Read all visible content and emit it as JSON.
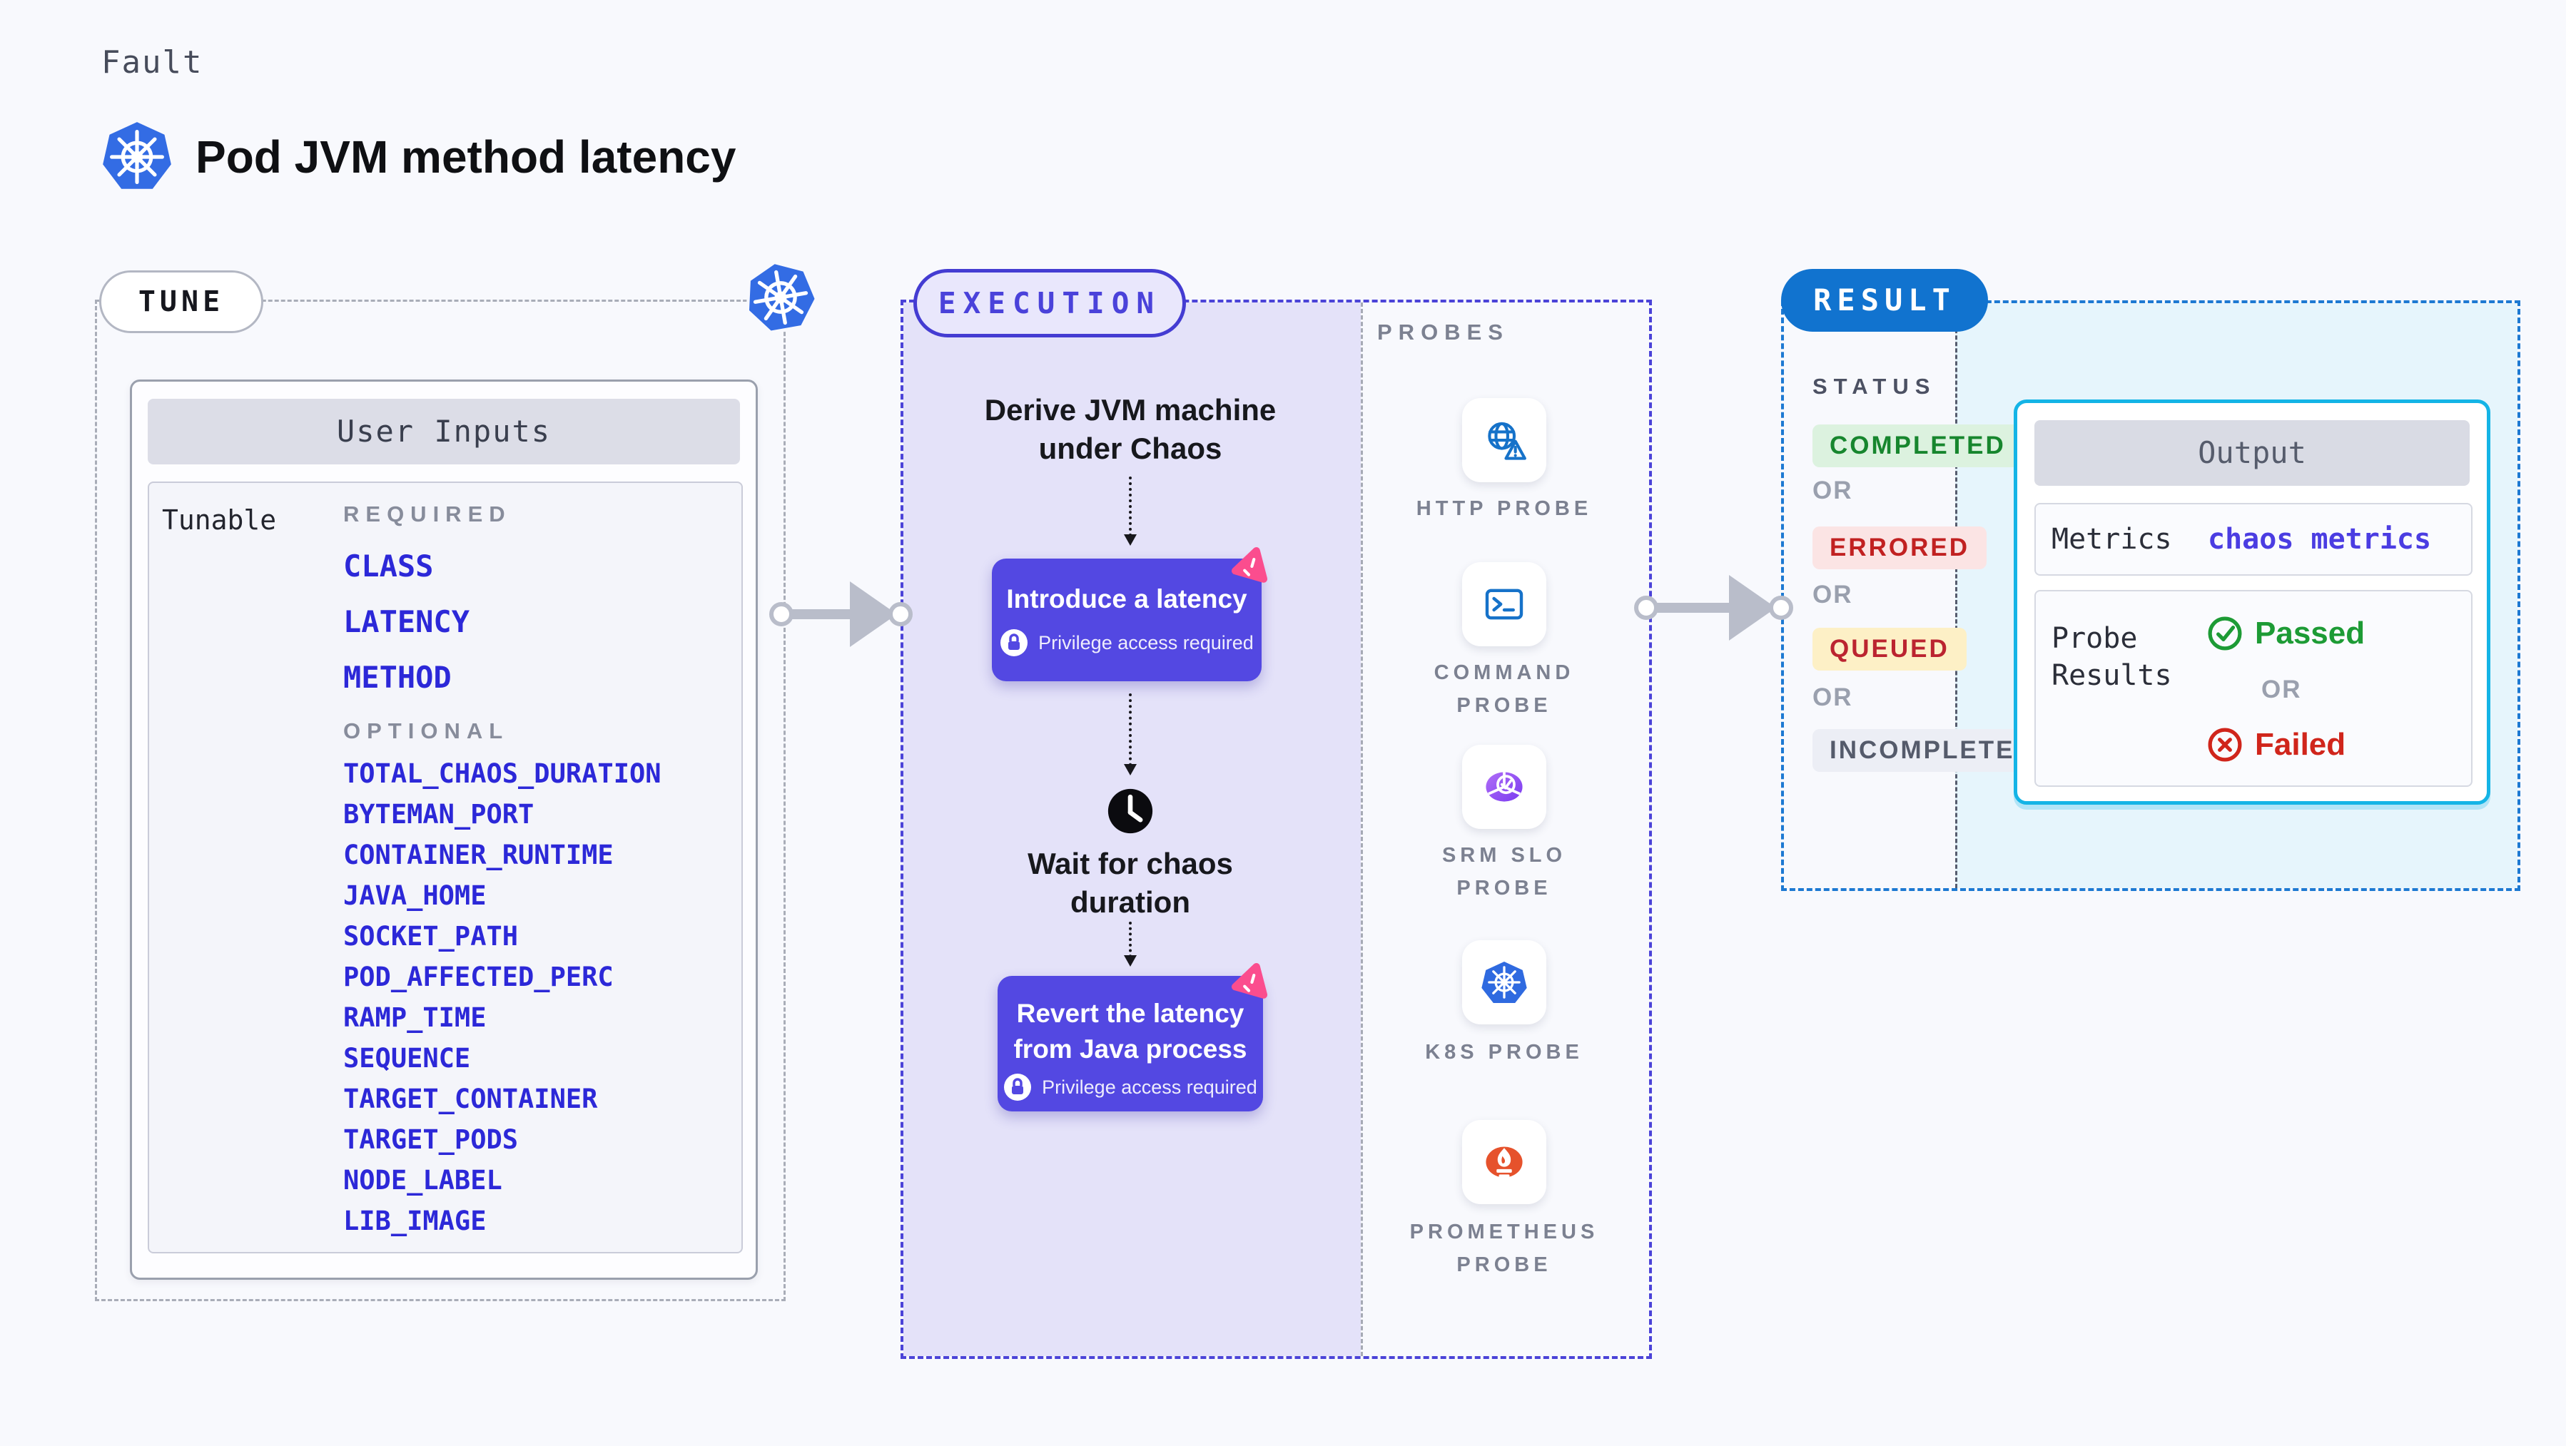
{
  "header": {
    "kicker": "Fault",
    "title": "Pod JVM method latency"
  },
  "tune": {
    "label": "TUNE",
    "panel_title": "User Inputs",
    "row_label": "Tunable",
    "required_heading": "REQUIRED",
    "required": [
      "CLASS",
      "LATENCY",
      "METHOD"
    ],
    "optional_heading": "OPTIONAL",
    "optional": [
      "TOTAL_CHAOS_DURATION",
      "BYTEMAN_PORT",
      "CONTAINER_RUNTIME",
      "JAVA_HOME",
      "SOCKET_PATH",
      "POD_AFFECTED_PERC",
      "RAMP_TIME",
      "SEQUENCE",
      "TARGET_CONTAINER",
      "TARGET_PODS",
      "NODE_LABEL",
      "LIB_IMAGE"
    ]
  },
  "execution": {
    "label": "EXECUTION",
    "derive_text": "Derive JVM machine under Chaos",
    "introduce_title": "Introduce a latency",
    "wait_text": "Wait for chaos duration",
    "revert_title": "Revert the latency from Java process",
    "privilege_note": "Privilege access required"
  },
  "probes": {
    "heading": "PROBES",
    "items": [
      {
        "name": "HTTP PROBE",
        "icon": "globe-alert-icon"
      },
      {
        "name": "COMMAND PROBE",
        "icon": "terminal-icon"
      },
      {
        "name": "SRM SLO PROBE",
        "icon": "slo-gauge-icon"
      },
      {
        "name": "K8S PROBE",
        "icon": "kubernetes-icon"
      },
      {
        "name": "PROMETHEUS PROBE",
        "icon": "prometheus-icon"
      }
    ]
  },
  "result": {
    "label": "RESULT",
    "status_heading": "STATUS",
    "or_label": "OR",
    "statuses": [
      {
        "label": "COMPLETED",
        "fg": "#17862e",
        "bg": "#dcf2df"
      },
      {
        "label": "ERRORED",
        "fg": "#c12121",
        "bg": "#fbe4e4"
      },
      {
        "label": "QUEUED",
        "fg": "#bb2430",
        "bg": "#fdf0c6"
      },
      {
        "label": "INCOMPLETED",
        "fg": "#555b6b",
        "bg": "#eceef5"
      }
    ],
    "output": {
      "title": "Output",
      "metrics_label": "Metrics",
      "metrics_value": "chaos metrics",
      "probe_results_label": "Probe Results",
      "passed_label": "Passed",
      "failed_label": "Failed"
    }
  },
  "accents": {
    "kubernetes_blue": "#336ce4",
    "execution_indigo": "#4b43d8",
    "action_purple": "#5348e2",
    "badge_pink": "#fb4d8e",
    "result_blue": "#1173cf",
    "output_border_cyan": "#14b4e6",
    "link_indigo": "#4b3de2",
    "passed_green": "#1d9b35",
    "failed_red": "#d0251b"
  }
}
